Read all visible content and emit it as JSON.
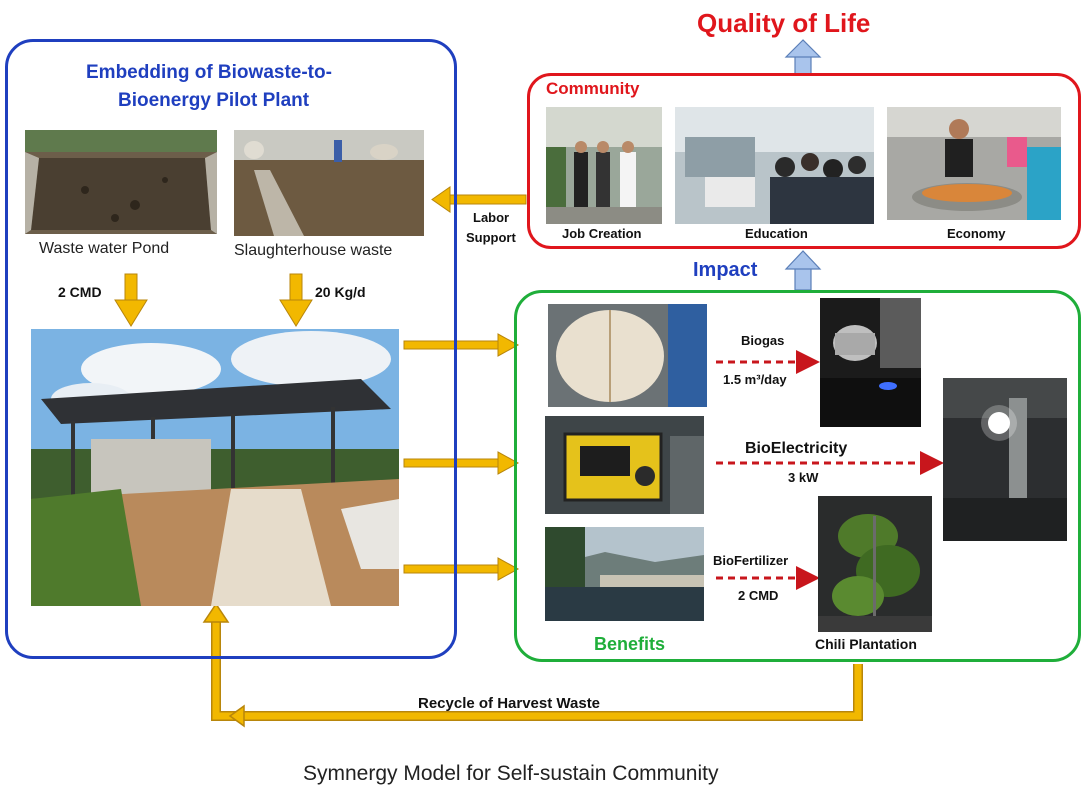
{
  "colors": {
    "blue": "#1f3fbf",
    "red": "#e0161c",
    "green": "#1fae3a",
    "arrow_gold": "#f2b800",
    "arrow_gold_dark": "#b8860b",
    "arrow_blue_fill": "#a9c4ec",
    "dashed_red": "#c8161c"
  },
  "title": "Quality of Life",
  "pilot_plant": {
    "title_line1": "Embedding of Biowaste-to-",
    "title_line2": "Bioenergy Pilot Plant",
    "pond_label": "Waste water Pond",
    "slaughter_label": "Slaughterhouse waste",
    "pond_rate": "2 CMD",
    "slaughter_rate": "20 Kg/d"
  },
  "labor": {
    "line1": "Labor",
    "line2": "Support"
  },
  "community": {
    "title": "Community",
    "items": [
      {
        "label": "Job Creation"
      },
      {
        "label": "Education"
      },
      {
        "label": "Economy"
      }
    ]
  },
  "impact": "Impact",
  "benefits": {
    "title": "Benefits",
    "biogas": "Biogas",
    "biogas_rate": "1.5 m³/day",
    "bioelectricity": "BioElectricity",
    "bioelectricity_rate": "3 kW",
    "biofertilizer": "BioFertilizer",
    "biofertilizer_rate": "2 CMD",
    "chili": "Chili Plantation"
  },
  "recycle": "Recycle of Harvest Waste",
  "caption": "Symnergy Model for Self-sustain Community"
}
